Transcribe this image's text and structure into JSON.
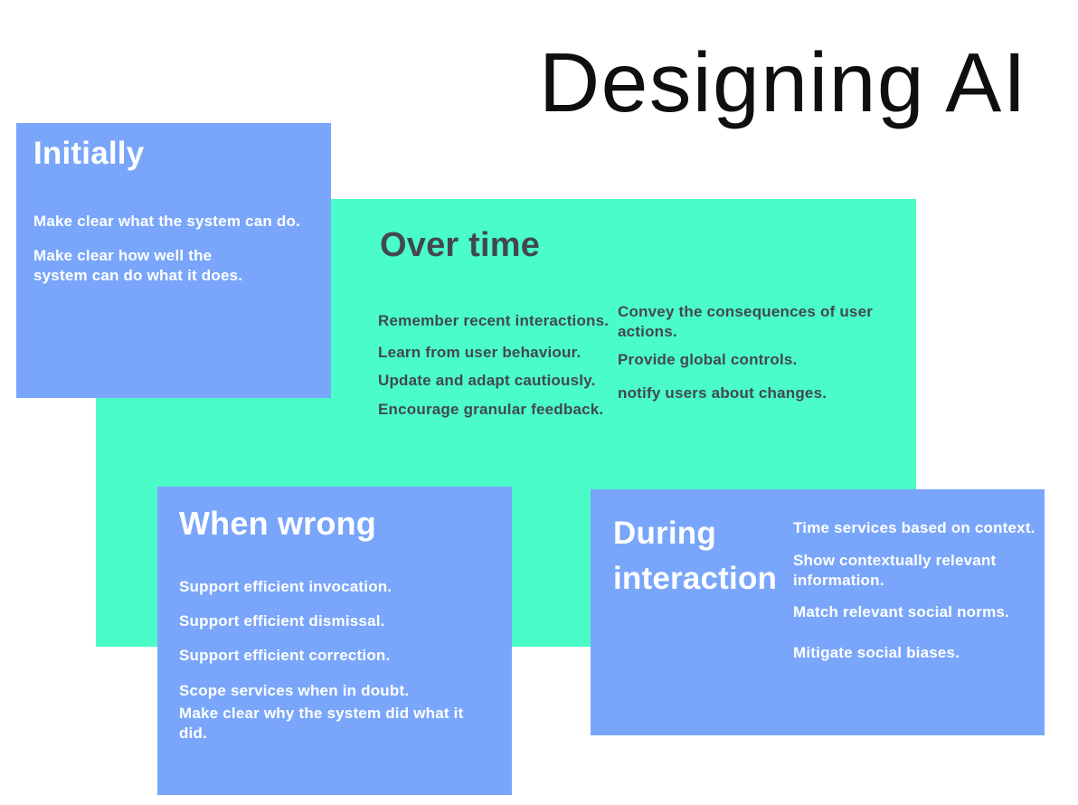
{
  "title": "Designing AI",
  "colors": {
    "panel_blue": "#79a6fa",
    "panel_teal": "#4afcc8",
    "dark_text": "#42494e",
    "light_text": "#ffffff",
    "title_color": "#0f0f0f",
    "background": "#ffffff"
  },
  "panels": {
    "initially": {
      "title": "Initially",
      "items": [
        "Make clear what the system can do.",
        "Make clear how well the system can do what it does."
      ]
    },
    "over_time": {
      "title": "Over time",
      "left_items": [
        "Remember recent interactions.",
        "Learn from user behaviour.",
        "Update and adapt cautiously.",
        "Encourage granular feedback."
      ],
      "right_items": [
        "Convey the consequences of user actions.",
        "Provide global controls.",
        "notify users about changes."
      ]
    },
    "when_wrong": {
      "title": "When wrong",
      "items": [
        "Support efficient invocation.",
        "Support efficient dismissal.",
        "Support efficient correction.",
        "Scope services when in doubt.",
        "Make clear why the system did what it did."
      ]
    },
    "during_interaction": {
      "title_line1": "During",
      "title_line2": "interaction",
      "items": [
        "Time services based on context.",
        "Show contextually relevant information.",
        "Match relevant social norms.",
        "Mitigate social biases."
      ]
    }
  }
}
